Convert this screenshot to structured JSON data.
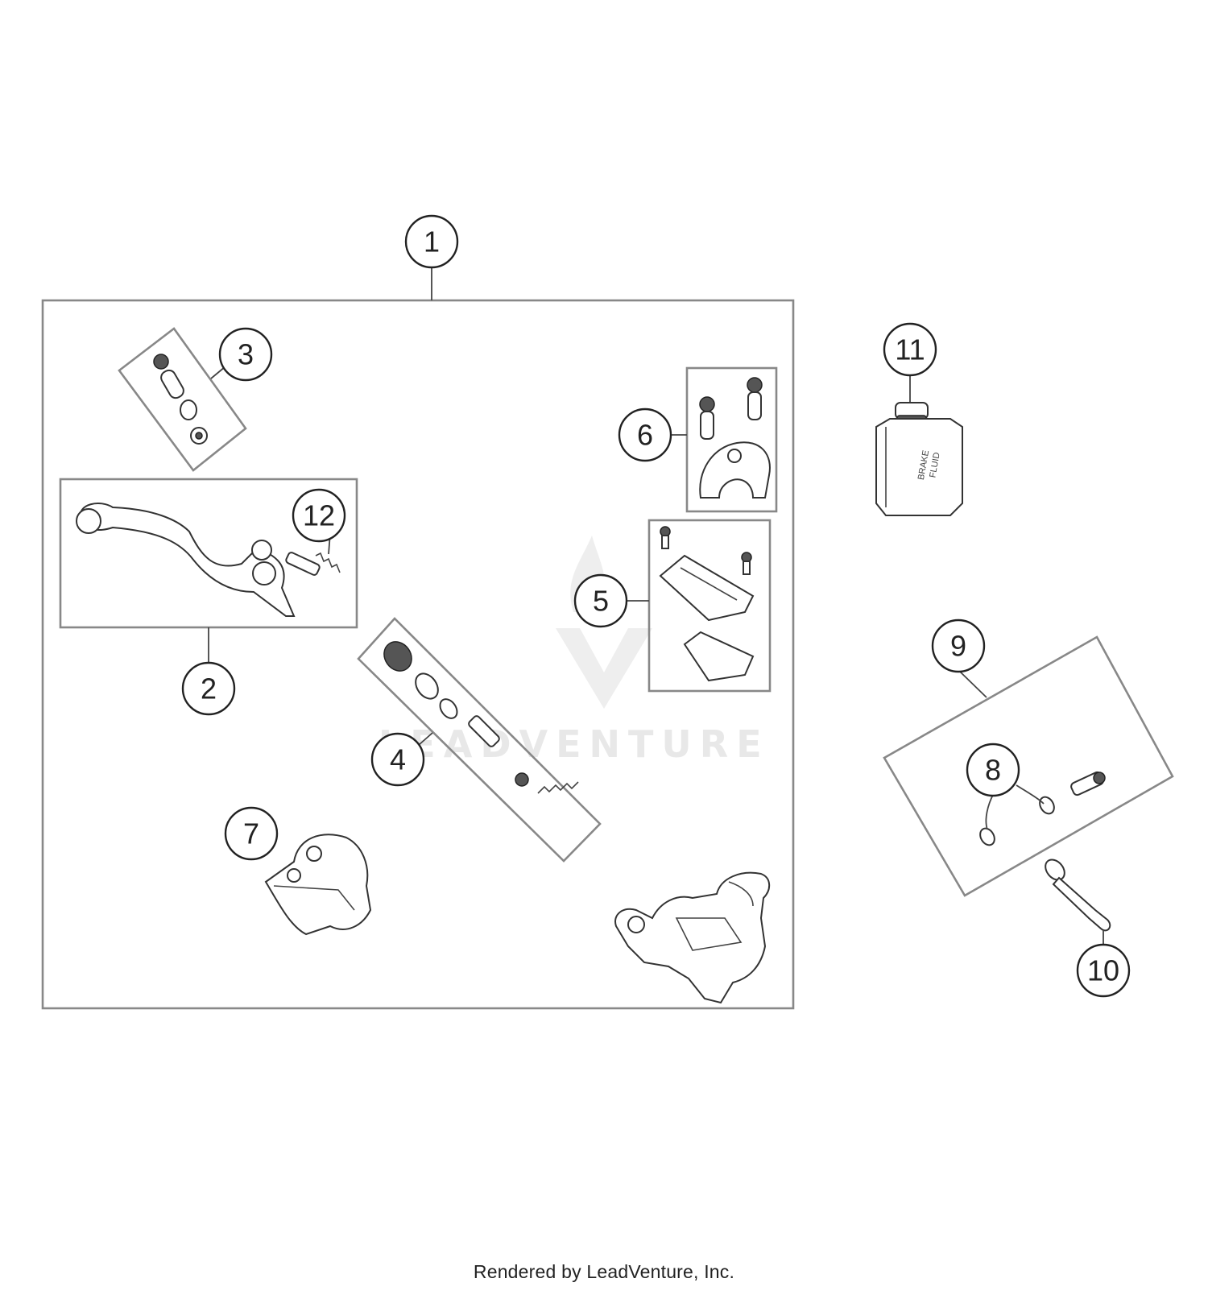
{
  "diagram": {
    "watermark": "LEADVENTURE",
    "callouts": [
      "1",
      "2",
      "3",
      "4",
      "5",
      "6",
      "7",
      "8",
      "9",
      "10",
      "11",
      "12"
    ]
  },
  "footer": {
    "rendered_by": "Rendered by LeadVenture, Inc."
  },
  "bottle": {
    "label_lines": [
      "BRAKE",
      "FLUID"
    ]
  }
}
